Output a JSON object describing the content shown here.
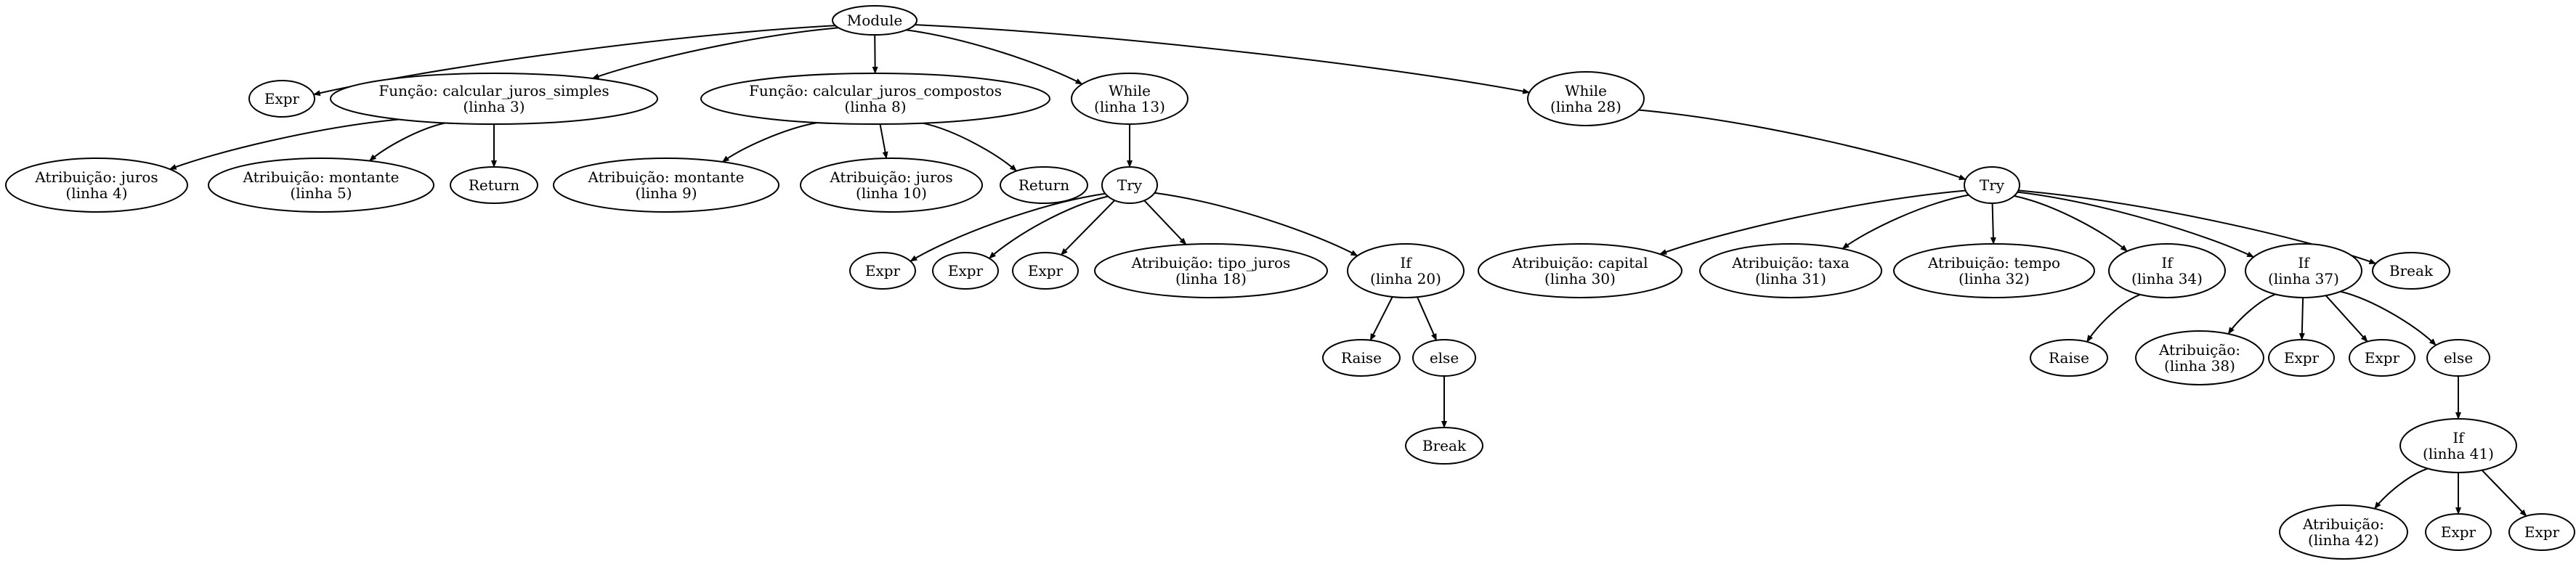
{
  "diagram": {
    "nodes": [
      {
        "id": "n0",
        "lines": [
          "Module"
        ]
      },
      {
        "id": "n1",
        "lines": [
          "Expr"
        ]
      },
      {
        "id": "n2",
        "lines": [
          "Função: calcular_juros_simples",
          "(linha 3)"
        ]
      },
      {
        "id": "n3",
        "lines": [
          "Atribuição: juros",
          "(linha 4)"
        ]
      },
      {
        "id": "n4",
        "lines": [
          "Atribuição: montante",
          "(linha 5)"
        ]
      },
      {
        "id": "n5",
        "lines": [
          "Return"
        ]
      },
      {
        "id": "n6",
        "lines": [
          "Função: calcular_juros_compostos",
          "(linha 8)"
        ]
      },
      {
        "id": "n7",
        "lines": [
          "Atribuição: montante",
          "(linha 9)"
        ]
      },
      {
        "id": "n8",
        "lines": [
          "Atribuição: juros",
          "(linha 10)"
        ]
      },
      {
        "id": "n9",
        "lines": [
          "Return"
        ]
      },
      {
        "id": "n10",
        "lines": [
          "While",
          "(linha 13)"
        ]
      },
      {
        "id": "n11",
        "lines": [
          "Try"
        ]
      },
      {
        "id": "n12",
        "lines": [
          "Expr"
        ]
      },
      {
        "id": "n13",
        "lines": [
          "Expr"
        ]
      },
      {
        "id": "n14",
        "lines": [
          "Expr"
        ]
      },
      {
        "id": "n15",
        "lines": [
          "Atribuição: tipo_juros",
          "(linha 18)"
        ]
      },
      {
        "id": "n16",
        "lines": [
          "If",
          "(linha 20)"
        ]
      },
      {
        "id": "n17",
        "lines": [
          "Raise"
        ]
      },
      {
        "id": "n18",
        "lines": [
          "else"
        ]
      },
      {
        "id": "n19",
        "lines": [
          "Break"
        ]
      },
      {
        "id": "n20",
        "lines": [
          "While",
          "(linha 28)"
        ]
      },
      {
        "id": "n21",
        "lines": [
          "Try"
        ]
      },
      {
        "id": "n22",
        "lines": [
          "Atribuição: capital",
          "(linha 30)"
        ]
      },
      {
        "id": "n23",
        "lines": [
          "Atribuição: taxa",
          "(linha 31)"
        ]
      },
      {
        "id": "n24",
        "lines": [
          "Atribuição: tempo",
          "(linha 32)"
        ]
      },
      {
        "id": "n25",
        "lines": [
          "If",
          "(linha 34)"
        ]
      },
      {
        "id": "n26",
        "lines": [
          "Raise"
        ]
      },
      {
        "id": "n27",
        "lines": [
          "If",
          "(linha 37)"
        ]
      },
      {
        "id": "n28",
        "lines": [
          "Atribuição:",
          "(linha 38)"
        ]
      },
      {
        "id": "n29",
        "lines": [
          "Expr"
        ]
      },
      {
        "id": "n30",
        "lines": [
          "Expr"
        ]
      },
      {
        "id": "n31",
        "lines": [
          "else"
        ]
      },
      {
        "id": "n32",
        "lines": [
          "If",
          "(linha 41)"
        ]
      },
      {
        "id": "n33",
        "lines": [
          "Atribuição:",
          "(linha 42)"
        ]
      },
      {
        "id": "n34",
        "lines": [
          "Expr"
        ]
      },
      {
        "id": "n35",
        "lines": [
          "Expr"
        ]
      },
      {
        "id": "n36",
        "lines": [
          "Break"
        ]
      }
    ],
    "edges": [
      [
        "n0",
        "n1"
      ],
      [
        "n0",
        "n2"
      ],
      [
        "n0",
        "n6"
      ],
      [
        "n0",
        "n10"
      ],
      [
        "n0",
        "n20"
      ],
      [
        "n2",
        "n3"
      ],
      [
        "n2",
        "n4"
      ],
      [
        "n2",
        "n5"
      ],
      [
        "n6",
        "n7"
      ],
      [
        "n6",
        "n8"
      ],
      [
        "n6",
        "n9"
      ],
      [
        "n10",
        "n11"
      ],
      [
        "n11",
        "n12"
      ],
      [
        "n11",
        "n13"
      ],
      [
        "n11",
        "n14"
      ],
      [
        "n11",
        "n15"
      ],
      [
        "n11",
        "n16"
      ],
      [
        "n16",
        "n17"
      ],
      [
        "n16",
        "n18"
      ],
      [
        "n18",
        "n19"
      ],
      [
        "n20",
        "n21"
      ],
      [
        "n21",
        "n22"
      ],
      [
        "n21",
        "n23"
      ],
      [
        "n21",
        "n24"
      ],
      [
        "n21",
        "n25"
      ],
      [
        "n21",
        "n27"
      ],
      [
        "n21",
        "n36"
      ],
      [
        "n25",
        "n26"
      ],
      [
        "n27",
        "n28"
      ],
      [
        "n27",
        "n29"
      ],
      [
        "n27",
        "n30"
      ],
      [
        "n27",
        "n31"
      ],
      [
        "n31",
        "n32"
      ],
      [
        "n32",
        "n33"
      ],
      [
        "n32",
        "n34"
      ],
      [
        "n32",
        "n35"
      ]
    ]
  }
}
